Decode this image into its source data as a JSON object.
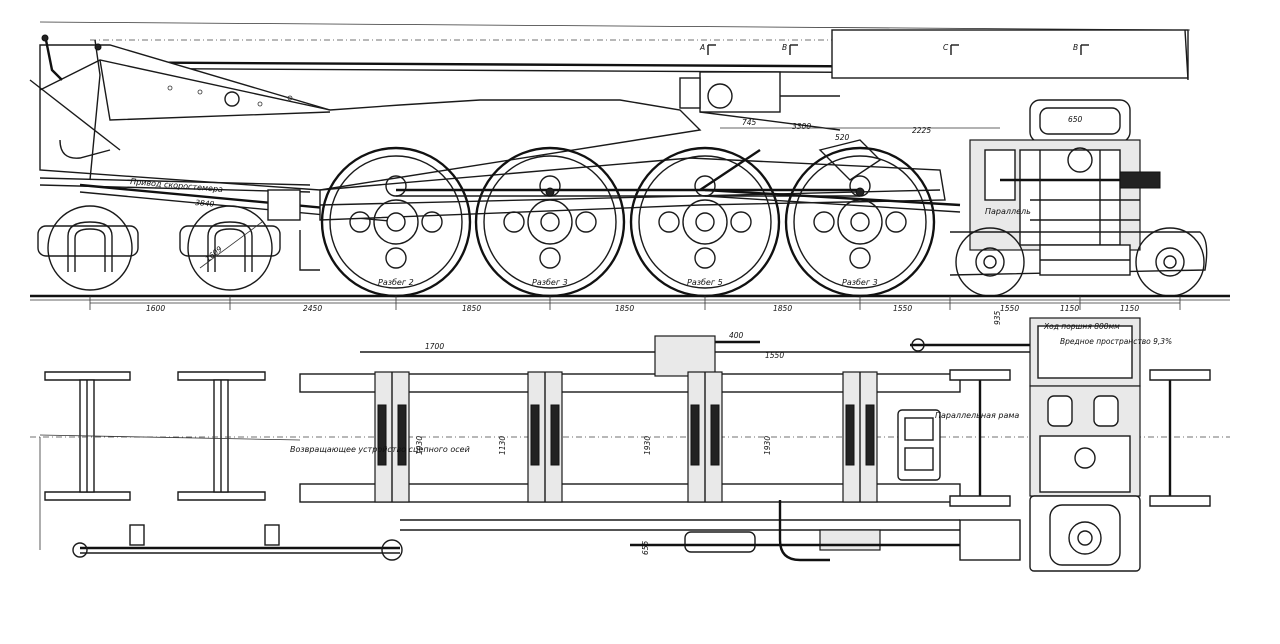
{
  "labels": {
    "speedometer_drive": "Привод скоростемера",
    "parallel": "Параллель",
    "parallel_frame": "Параллельная рама",
    "return_device": "Возвращающее устройство сцепного осей",
    "piston_stroke": "Ход поршня 800мм",
    "harmful_space": "Вредное пространство 9,3%",
    "spacing_2": "Разбег 2",
    "spacing_3a": "Разбег 3",
    "spacing_5": "Разбег 5",
    "spacing_3b": "Разбег 3"
  },
  "section_marks": [
    "A",
    "B",
    "C",
    "B"
  ],
  "dimensions": {
    "wheelbase": [
      "1600",
      "2450",
      "1850",
      "1850",
      "1850",
      "1550",
      "1550",
      "1150",
      "1150"
    ],
    "top": [
      "745",
      "3300",
      "2225",
      "650",
      "520"
    ],
    "side": [
      "3840",
      "1609"
    ],
    "plan": [
      "1700",
      "400",
      "1550",
      "1930",
      "1130",
      "1930",
      "1930",
      "935",
      "655"
    ]
  }
}
